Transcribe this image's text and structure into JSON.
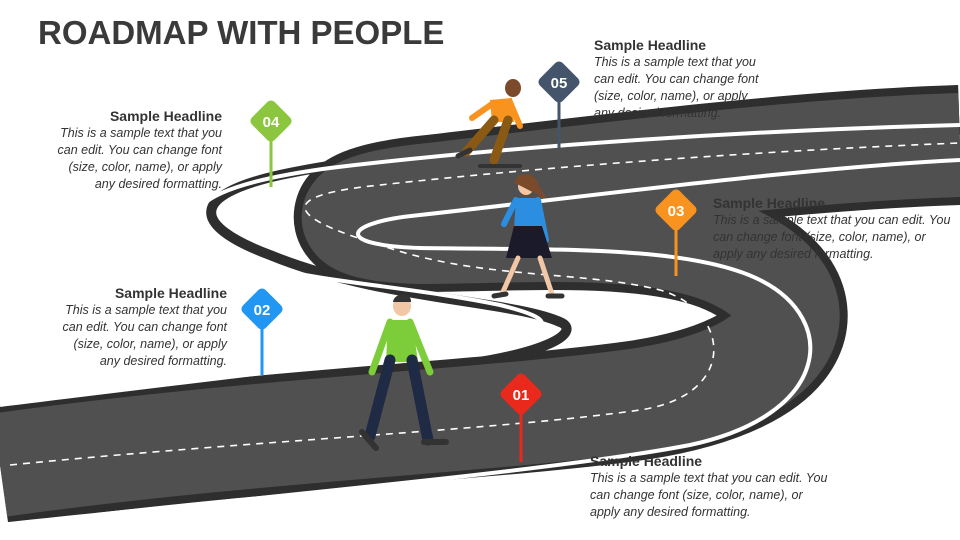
{
  "title": "ROADMAP WITH PEOPLE",
  "milestones": [
    {
      "number": "01",
      "color": "#e8291c",
      "headline": "Sample Headline",
      "text": "This is a sample text that you can edit. You can change font (size, color, name), or apply any desired formatting."
    },
    {
      "number": "02",
      "color": "#2196f3",
      "headline": "Sample Headline",
      "text": "This is a sample text that you can edit. You can change font (size, color, name), or apply any desired formatting."
    },
    {
      "number": "03",
      "color": "#f7931e",
      "headline": "Sample Headline",
      "text": "This is a sample text that you can edit. You can change font (size, color, name), or apply any desired formatting."
    },
    {
      "number": "04",
      "color": "#8cc63f",
      "headline": "Sample Headline",
      "text": "This is a sample text that you can edit. You can change font (size, color, name), or apply any desired formatting."
    },
    {
      "number": "05",
      "color": "#44546a",
      "headline": "Sample Headline",
      "text": "This is a sample text that you can edit. You can change font (size, color, name), or apply any desired formatting."
    }
  ],
  "icons": [
    "person-walking-green-icon",
    "person-walking-blue-icon",
    "person-skateboarding-orange-icon"
  ]
}
